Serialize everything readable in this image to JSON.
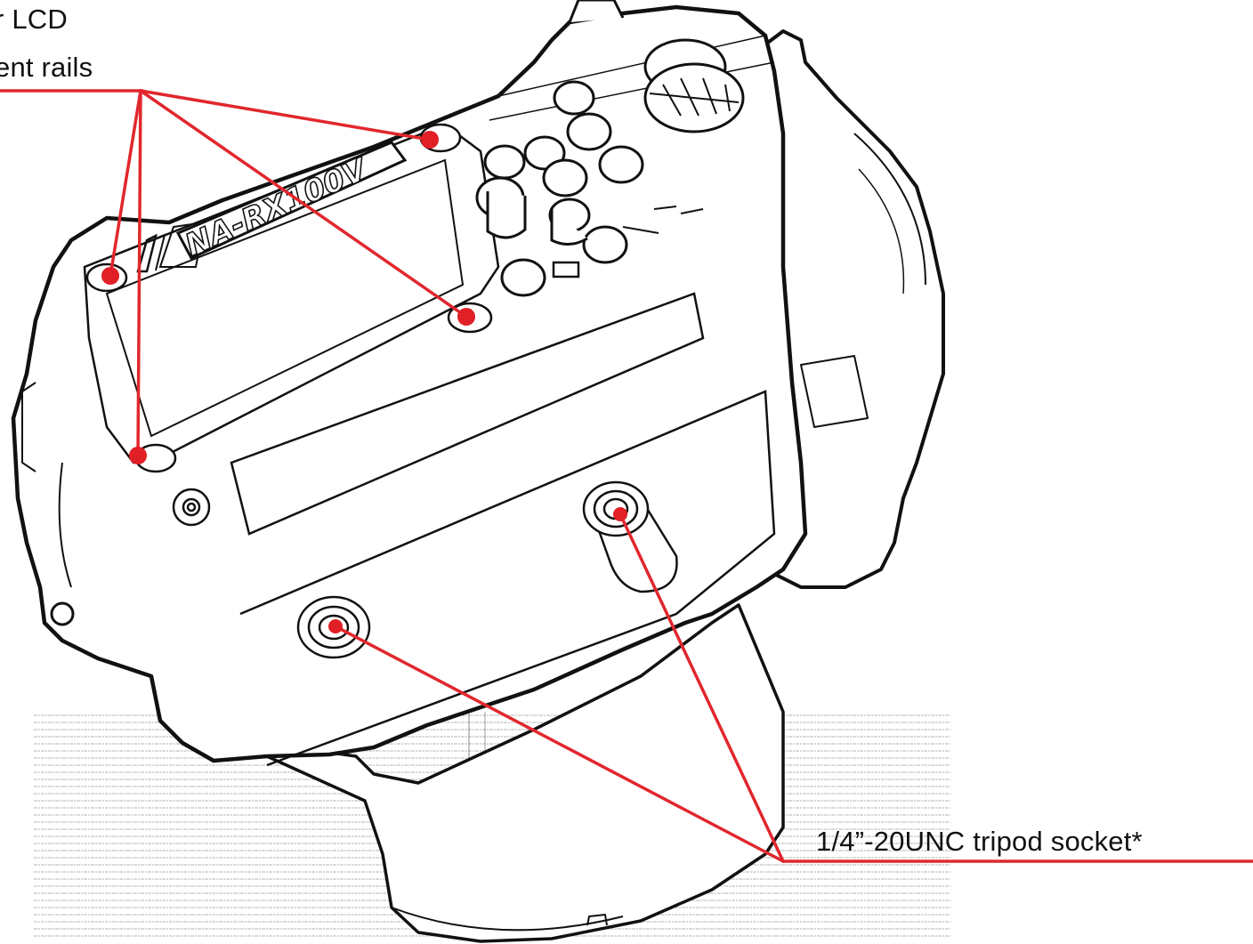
{
  "labels": {
    "top_line1": "r LCD",
    "top_line2": "ent rails",
    "tripod_socket": "1/4”-20UNC tripod socket*"
  },
  "housing": {
    "model_text": "NA-RX100V"
  },
  "colors": {
    "callout": "#e1272d",
    "marker": "#e01f26",
    "outline": "#111111",
    "hatch": "#9a9a9a"
  }
}
